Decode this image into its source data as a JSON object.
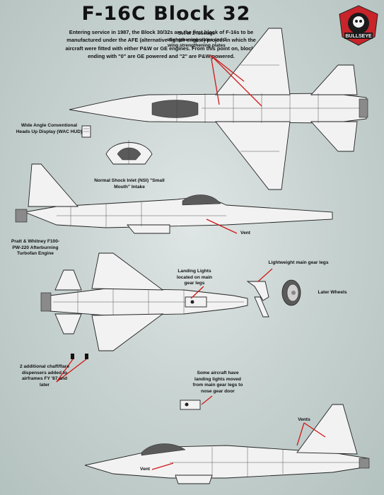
{
  "title": "F-16C Block 32",
  "intro": "Entering service in 1987, the Block 30/32s are the first block of F-16s to be manufactured under the AFE (alternative fighter engine) project in which the aircraft were fitted with either P&W or GE engines. From this point on, blocks ending with \"0\" are GE powered and \"2\" are P&W powered.",
  "logo": {
    "text": "BULLSEYE",
    "colors": {
      "ring": "#c8242a",
      "inner": "#1a1a1a"
    }
  },
  "labels": {
    "plates": "Set of 2 fuselage strengthening plates and 2 wing strengthening plates",
    "hud": "Wide Angle Conventional Heads Up Display (WAC HUD)",
    "nsi": "Normal Shock Inlet (NSI) \"Small Mouth\" Intake",
    "vent_upper": "Vent",
    "engine": "Pratt & Whitney F100-PW-220 Afterburning Turbofan Engine",
    "lightweight_gear": "Lightweight main gear legs",
    "landing_lights": "Landing Lights located on main gear legs",
    "wheels": "Later Wheels",
    "chaff": "2 additional chaff/flare dispensers added to airframes FY '87 and later",
    "lights_moved": "Some aircraft have landing lights moved from main gear legs to nose gear door",
    "vents": "Vents",
    "vent_lower": "Vent"
  },
  "colors": {
    "leader": "#d01818",
    "background": "#c9d4d2",
    "line": "#222222"
  }
}
